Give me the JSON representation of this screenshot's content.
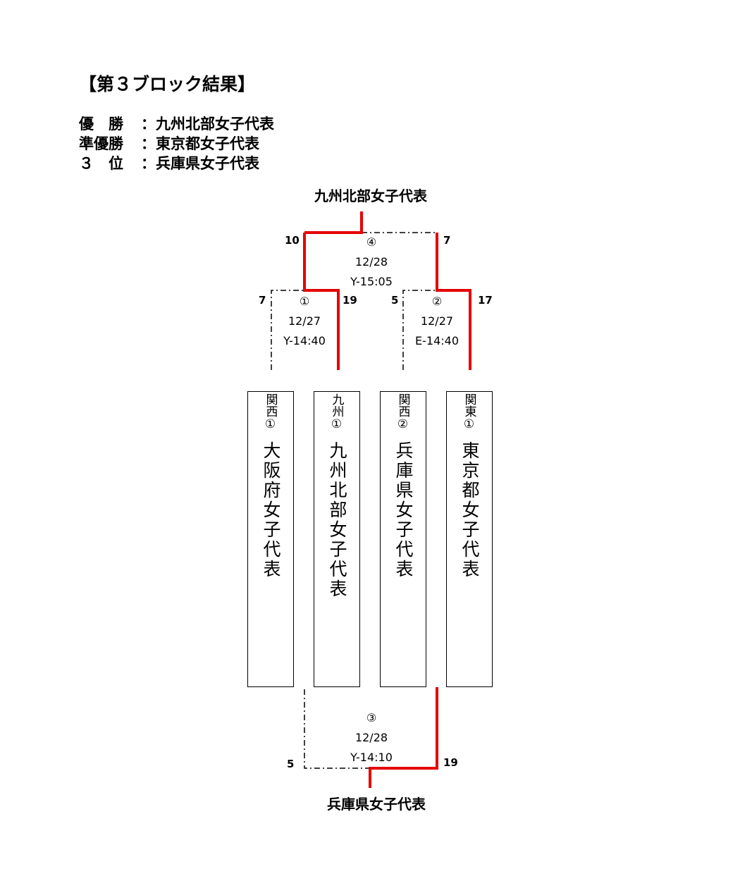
{
  "title": "【第３ブロック結果】",
  "results": [
    {
      "label": "優　勝",
      "value": "：九州北部女子代表"
    },
    {
      "label": "準優勝",
      "value": "：東京都女子代表"
    },
    {
      "label": "３　位",
      "value": "：兵庫県女子代表"
    }
  ],
  "champion": "九州北部女子代表",
  "third_place_winner": "兵庫県女子代表",
  "teams": [
    {
      "region": "関西①",
      "name": "大阪府女子代表"
    },
    {
      "region": "九州①",
      "name": "九州北部女子代表"
    },
    {
      "region": "関西②",
      "name": "兵庫県女子代表"
    },
    {
      "region": "関東①",
      "name": "東京都女子代表"
    }
  ],
  "matches": {
    "m1": {
      "no": "①",
      "date": "12/27",
      "time": "Y-14:40",
      "score_left": "7",
      "score_right": "19"
    },
    "m2": {
      "no": "②",
      "date": "12/27",
      "time": "E-14:40",
      "score_left": "5",
      "score_right": "17"
    },
    "m3": {
      "no": "③",
      "date": "12/28",
      "time": "Y-14:10",
      "score_left": "5",
      "score_right": "19"
    },
    "m4": {
      "no": "④",
      "date": "12/28",
      "time": "Y-15:05",
      "score_left": "10",
      "score_right": "7"
    }
  },
  "colors": {
    "winner_line": "#e60000",
    "loser_line": "#000000"
  }
}
